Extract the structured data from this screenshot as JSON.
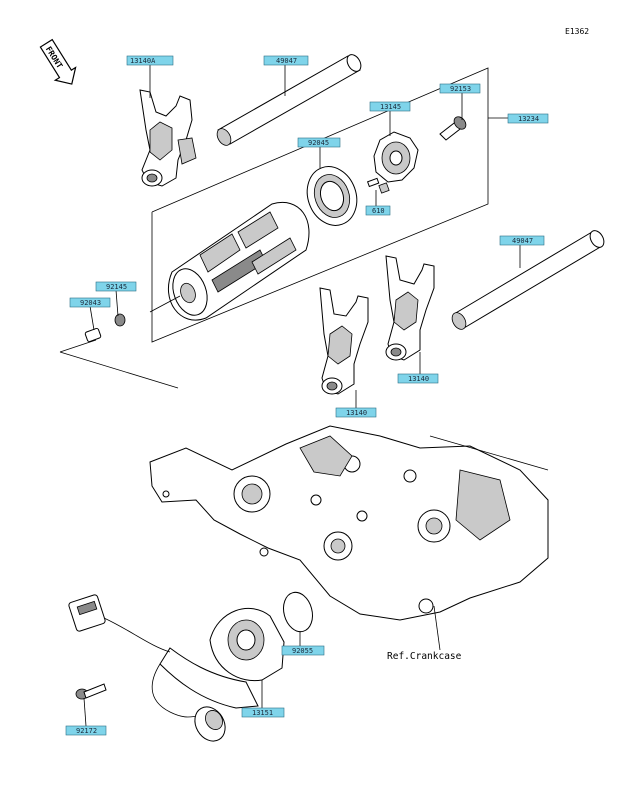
{
  "diagram_code": "E1362",
  "front_label": "FRONT",
  "ref_label": "Ref.Crankcase",
  "colors": {
    "label_fill": "#7fd4ea",
    "label_stroke": "#2a6e86",
    "line": "#000000"
  },
  "labels": [
    {
      "id": "13140A",
      "text": "13140A"
    },
    {
      "id": "49047a",
      "text": "49047"
    },
    {
      "id": "92153",
      "text": "92153"
    },
    {
      "id": "13145",
      "text": "13145"
    },
    {
      "id": "13234",
      "text": "13234"
    },
    {
      "id": "92045",
      "text": "92045"
    },
    {
      "id": "610",
      "text": "610"
    },
    {
      "id": "49047b",
      "text": "49047"
    },
    {
      "id": "92145",
      "text": "92145"
    },
    {
      "id": "92043",
      "text": "92043"
    },
    {
      "id": "13140b",
      "text": "13140"
    },
    {
      "id": "13140c",
      "text": "13140"
    },
    {
      "id": "92055",
      "text": "92055"
    },
    {
      "id": "13151",
      "text": "13151"
    },
    {
      "id": "92172",
      "text": "92172"
    }
  ]
}
